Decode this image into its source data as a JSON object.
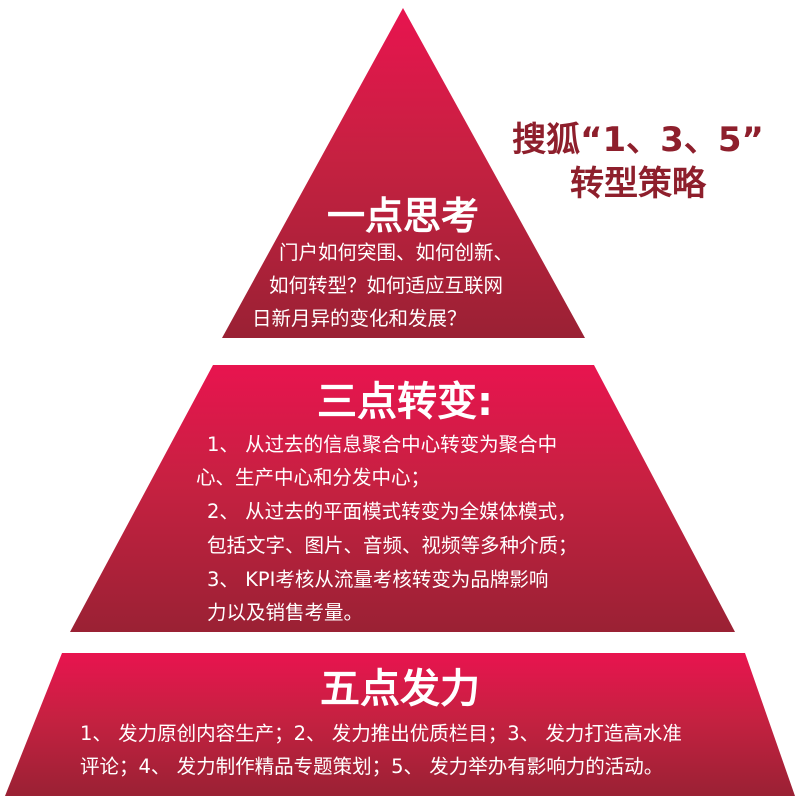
{
  "strategy": {
    "title_line1": "搜狐“1、3、5”",
    "title_line2": "转型策略"
  },
  "tiers": [
    {
      "title": "一点思考",
      "lines": [
        "门户如何突围、如何创新、",
        "如何转型？如何适应互联网",
        "日新月异的变化和发展？"
      ]
    },
    {
      "title": "三点转变:",
      "lines": [
        "1、  从过去的信息聚合中心转变为聚合中",
        "心、生产中心和分发中心；",
        "2、 从过去的平面模式转变为全媒体模式，",
        "包括文字、图片、音频、视频等多种介质；",
        "3、  KPI考核从流量考核转变为品牌影响",
        "力以及销售考量。"
      ]
    },
    {
      "title": "五点发力",
      "lines": [
        "1、  发力原创内容生产；2、  发力推出优质栏目；3、  发力打造高水准",
        "评论；4、  发力制作精品专题策划；5、  发力举办有影响力的活动。"
      ]
    }
  ],
  "colors": {
    "top": "#e8144f",
    "mid": "#c62141",
    "bottom": "#9a2134",
    "title_text": "#8e1f2c"
  }
}
